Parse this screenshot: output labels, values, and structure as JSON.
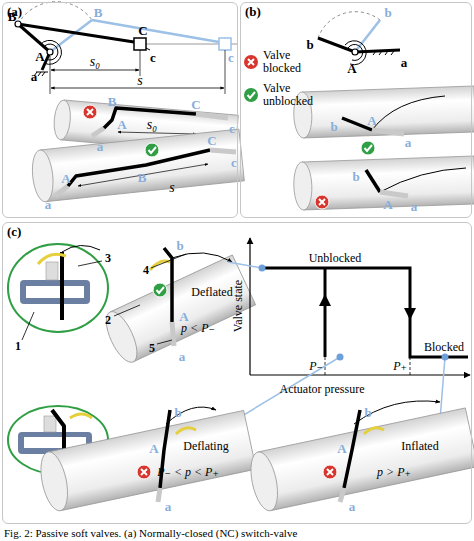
{
  "diagram": {
    "caption": "Fig. 2: Passive soft valves. (a) Normally-closed (NC) switch-valve",
    "nodes": [
      {
        "text": [
          "(a)"
        ]
      },
      {
        "text": [
          "(b)"
        ]
      },
      {
        "text": [
          "(c)"
        ]
      }
    ],
    "labels": [
      "B",
      "A",
      "a",
      "B",
      "C",
      "c",
      "c",
      "s₀",
      "s",
      "B",
      "C",
      "A",
      "s₀",
      "a",
      "c",
      "C",
      "c",
      "B",
      "A",
      "s",
      "a",
      "b",
      "A",
      "a",
      "b",
      "b",
      "A",
      "a",
      "b",
      "A",
      "a",
      "1",
      "2",
      "3",
      "4",
      "5",
      "b",
      "A",
      "a",
      "Deflated",
      "p < P₋",
      "Valve state",
      "Unblocked",
      "Blocked",
      "Actuator pressure",
      "P₋",
      "P₊",
      "b",
      "A",
      "a",
      "Deflating",
      "P₋ < p < P₊",
      "b",
      "A",
      "a",
      "Inflated",
      "p > P₊"
    ],
    "legend": [
      {
        "text": "Valve blocked"
      },
      {
        "text": "Valve unblocked"
      }
    ]
  }
}
